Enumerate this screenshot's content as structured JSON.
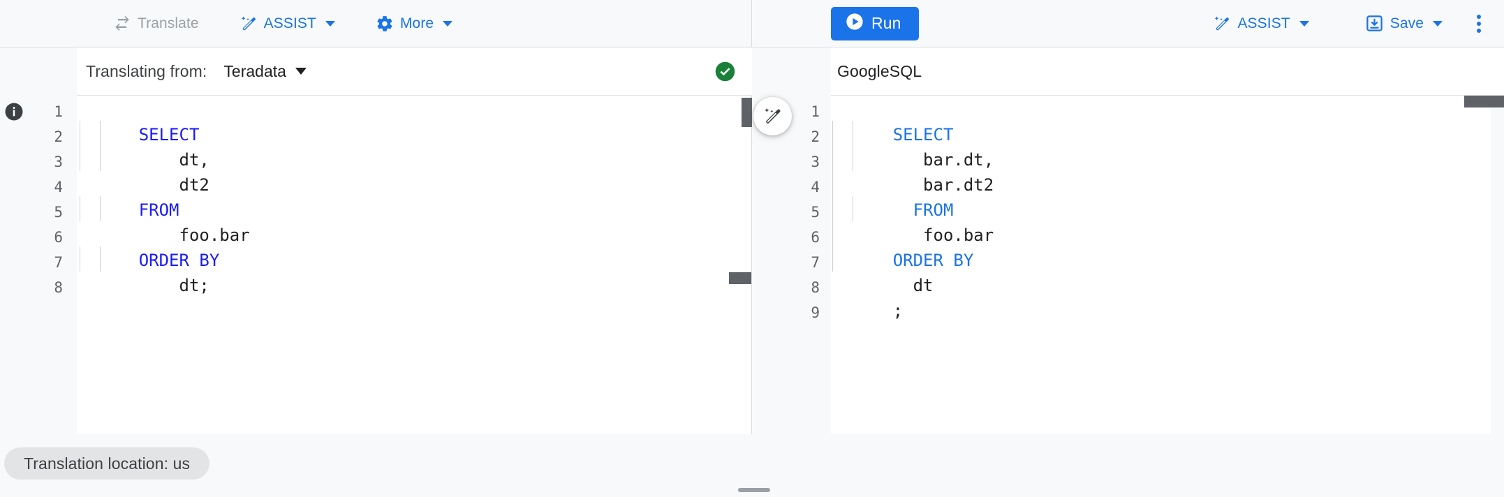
{
  "toolbar": {
    "left": {
      "translate": {
        "label": "Translate",
        "icon": "swap-horizontal-icon",
        "disabled": true
      },
      "assist": {
        "label": "ASSIST",
        "icon": "magic-wand-icon",
        "has_caret": true
      },
      "more": {
        "label": "More",
        "icon": "gear-icon",
        "has_caret": true
      }
    },
    "right": {
      "run": {
        "label": "Run",
        "icon": "play-circle-icon"
      },
      "assist": {
        "label": "ASSIST",
        "icon": "magic-wand-icon",
        "has_caret": true
      },
      "save": {
        "label": "Save",
        "icon": "save-download-icon",
        "has_caret": true
      },
      "overflow": {
        "icon": "more-vert-icon"
      }
    }
  },
  "subheader": {
    "source_label": "Translating from:",
    "source_dialect": "Teradata",
    "source_dialect_caret": "chevron-down-icon",
    "status_icon": "check-circle-icon",
    "status_color": "#188038",
    "target_dialect": "GoogleSQL"
  },
  "left_editor": {
    "gutter_info_icon": "info-icon",
    "line_numbers": [
      "1",
      "2",
      "3",
      "4",
      "5",
      "6",
      "7",
      "8"
    ],
    "lines": [
      {
        "n": 1,
        "tokens": [
          {
            "t": "SELECT",
            "k": "kw"
          }
        ],
        "error_underline": true
      },
      {
        "n": 2,
        "tokens": [
          {
            "t": "    dt,",
            "k": "txt"
          }
        ]
      },
      {
        "n": 3,
        "tokens": [
          {
            "t": "    dt2",
            "k": "txt"
          }
        ]
      },
      {
        "n": 4,
        "tokens": [
          {
            "t": "FROM",
            "k": "kw"
          }
        ]
      },
      {
        "n": 5,
        "tokens": [
          {
            "t": "    foo.bar",
            "k": "txt"
          }
        ]
      },
      {
        "n": 6,
        "tokens": [
          {
            "t": "ORDER BY",
            "k": "kw"
          }
        ]
      },
      {
        "n": 7,
        "tokens": [
          {
            "t": "    dt;",
            "k": "txt"
          }
        ]
      },
      {
        "n": 8,
        "tokens": []
      }
    ]
  },
  "right_editor": {
    "line_numbers": [
      "1",
      "2",
      "3",
      "4",
      "5",
      "6",
      "7",
      "8",
      "9"
    ],
    "lines": [
      {
        "n": 1,
        "tokens": [
          {
            "t": "SELECT",
            "k": "kw"
          }
        ]
      },
      {
        "n": 2,
        "tokens": [
          {
            "t": "   bar.dt,",
            "k": "txt"
          }
        ]
      },
      {
        "n": 3,
        "tokens": [
          {
            "t": "   bar.dt2",
            "k": "txt"
          }
        ]
      },
      {
        "n": 4,
        "tokens": [
          {
            "t": "  FROM",
            "k": "kw"
          }
        ]
      },
      {
        "n": 5,
        "tokens": [
          {
            "t": "   foo.bar",
            "k": "txt"
          }
        ]
      },
      {
        "n": 6,
        "tokens": [
          {
            "t": "ORDER BY",
            "k": "kw"
          }
        ]
      },
      {
        "n": 7,
        "tokens": [
          {
            "t": "  dt",
            "k": "txt"
          }
        ]
      },
      {
        "n": 8,
        "tokens": [
          {
            "t": ";",
            "k": "txt"
          }
        ]
      },
      {
        "n": 9,
        "tokens": []
      }
    ]
  },
  "assist_fab": {
    "icon": "magic-wand-icon",
    "tooltip": "ASSIST"
  },
  "bottom": {
    "location_chip": "Translation location: us",
    "resize_handle": "drag-handle"
  },
  "colors": {
    "accent": "#1a73e8",
    "keyword_source": "#1a1aff",
    "keyword_target": "#1a73e8",
    "success": "#188038",
    "disabled_text": "#9aa0a6",
    "panel_bg": "#ffffff",
    "chrome_bg": "#f8f9fa"
  }
}
